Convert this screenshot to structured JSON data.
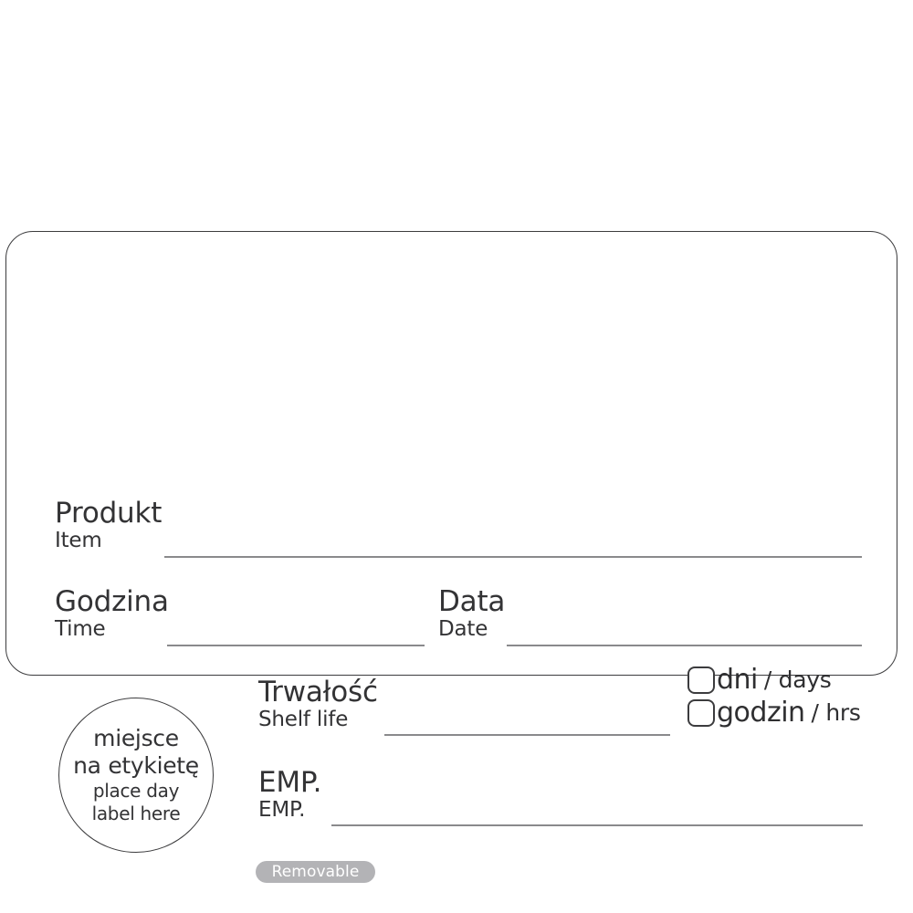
{
  "page": {
    "background_color": "#ffffff",
    "card_border_color": "#3c3c3e",
    "rule_color": "#8a8a8c",
    "text_color": "#333335",
    "badge_color": "#b3b3b6",
    "badge_text_color": "#ffffff"
  },
  "fields": {
    "product": {
      "pl": "Produkt",
      "en": "Item"
    },
    "time": {
      "pl": "Godzina",
      "en": "Time"
    },
    "date": {
      "pl": "Data",
      "en": "Date"
    },
    "shelf": {
      "pl": "Trwałość",
      "en": "Shelf life"
    },
    "emp": {
      "pl": "EMP.",
      "en": "EMP."
    }
  },
  "write_lines": {
    "item_value": "",
    "time_value": "",
    "date_value": "",
    "shelf_value": "",
    "emp_value": ""
  },
  "stamp": {
    "line1": "miejsce",
    "line2": "na etykietę",
    "line3": "place day",
    "line4": "label here"
  },
  "units": [
    {
      "pl": "dni",
      "en": "/ days",
      "checked": false
    },
    {
      "pl": "godzin",
      "en": "/ hrs",
      "checked": false
    }
  ],
  "badge": {
    "label": "Removable"
  }
}
